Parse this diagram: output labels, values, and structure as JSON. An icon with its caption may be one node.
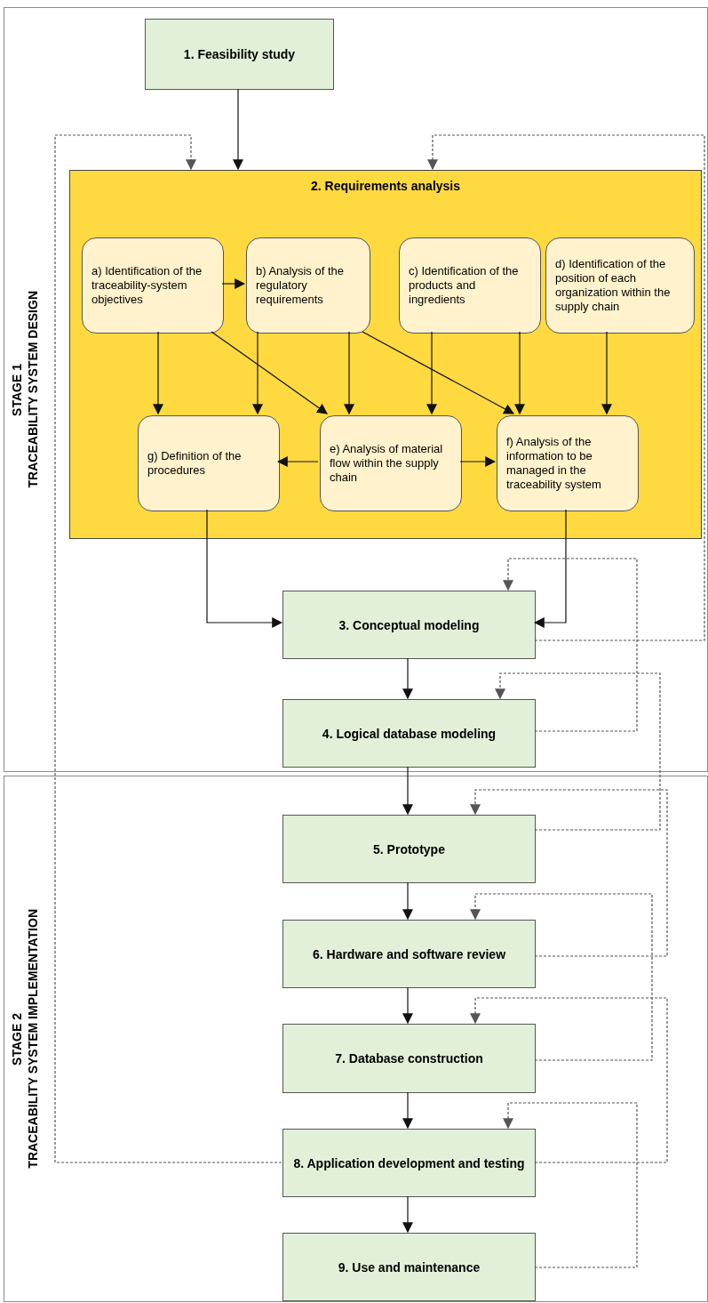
{
  "diagram": {
    "nodes": [
      {
        "text": [
          "STAGE 1",
          "TRACEABILITY SYSTEM DESIGN"
        ]
      },
      {
        "text": [
          "1. Feasibility study"
        ],
        "in": 0
      },
      {
        "text": [
          "2. Requirements analysis"
        ],
        "in": 0
      },
      {
        "text": [
          "a) Identification of the traceability-system objectives"
        ],
        "in": 2
      },
      {
        "text": [
          "b) Analysis of the regulatory requirements"
        ],
        "in": 2
      },
      {
        "text": [
          "c) Identification of the products and ingredients"
        ],
        "in": 2
      },
      {
        "text": [
          "d) Identification of the position of each organization within the supply chain"
        ],
        "in": 2
      },
      {
        "text": [
          "g) Definition of the procedures"
        ],
        "in": 2
      },
      {
        "text": [
          "e) Analysis of material flow within the supply chain"
        ],
        "in": 2
      },
      {
        "text": [
          "f) Analysis of the information to be managed in the traceability system"
        ],
        "in": 2
      },
      {
        "text": [
          "3. Conceptual modeling"
        ],
        "in": 0
      },
      {
        "text": [
          "4. Logical database modeling"
        ],
        "in": 0
      },
      {
        "text": [
          "STAGE 2",
          "TRACEABILITY SYSTEM IMPLEMENTATION"
        ]
      },
      {
        "text": [
          "5. Prototype"
        ],
        "in": 12
      },
      {
        "text": [
          "6. Hardware and software review"
        ],
        "in": 12
      },
      {
        "text": [
          "7. Database construction"
        ],
        "in": 12
      },
      {
        "text": [
          "8. Application development and testing"
        ],
        "in": 12
      },
      {
        "text": [
          "9. Use and maintenance"
        ],
        "in": 12
      }
    ],
    "edges": [
      {
        "from": 1,
        "to": 2,
        "arrow": "to"
      },
      {
        "from": 3,
        "to": 4,
        "arrow": "to"
      },
      {
        "from": 3,
        "to": 7,
        "arrow": "to"
      },
      {
        "from": 3,
        "to": 8,
        "arrow": "to"
      },
      {
        "from": 4,
        "to": 7,
        "arrow": "to"
      },
      {
        "from": 4,
        "to": 8,
        "arrow": "to"
      },
      {
        "from": 4,
        "to": 9,
        "arrow": "to"
      },
      {
        "from": 5,
        "to": 8,
        "arrow": "to"
      },
      {
        "from": 5,
        "to": 9,
        "arrow": "to"
      },
      {
        "from": 6,
        "to": 9,
        "arrow": "to"
      },
      {
        "from": 8,
        "to": 7,
        "arrow": "to"
      },
      {
        "from": 8,
        "to": 9,
        "arrow": "to"
      },
      {
        "from": 7,
        "to": 10,
        "arrow": "to"
      },
      {
        "from": 9,
        "to": 10,
        "arrow": "to"
      },
      {
        "from": 10,
        "to": 11,
        "arrow": "to"
      },
      {
        "from": 11,
        "to": 13,
        "arrow": "to"
      },
      {
        "from": 13,
        "to": 14,
        "arrow": "to"
      },
      {
        "from": 14,
        "to": 15,
        "arrow": "to"
      },
      {
        "from": 15,
        "to": 16,
        "arrow": "to"
      },
      {
        "from": 16,
        "to": 17,
        "arrow": "to"
      },
      {
        "from": 16,
        "to": 2,
        "arrow": "to",
        "style": "dashed"
      },
      {
        "from": 10,
        "to": 2,
        "arrow": "to",
        "style": "dashed"
      },
      {
        "from": 11,
        "to": 10,
        "arrow": "to",
        "style": "dashed"
      },
      {
        "from": 13,
        "to": 11,
        "arrow": "to",
        "style": "dashed"
      },
      {
        "from": 14,
        "to": 13,
        "arrow": "to",
        "style": "dashed"
      },
      {
        "from": 15,
        "to": 14,
        "arrow": "to",
        "style": "dashed"
      },
      {
        "from": 16,
        "to": 15,
        "arrow": "to",
        "style": "dashed"
      },
      {
        "from": 17,
        "to": 16,
        "arrow": "to",
        "style": "dashed"
      }
    ]
  }
}
